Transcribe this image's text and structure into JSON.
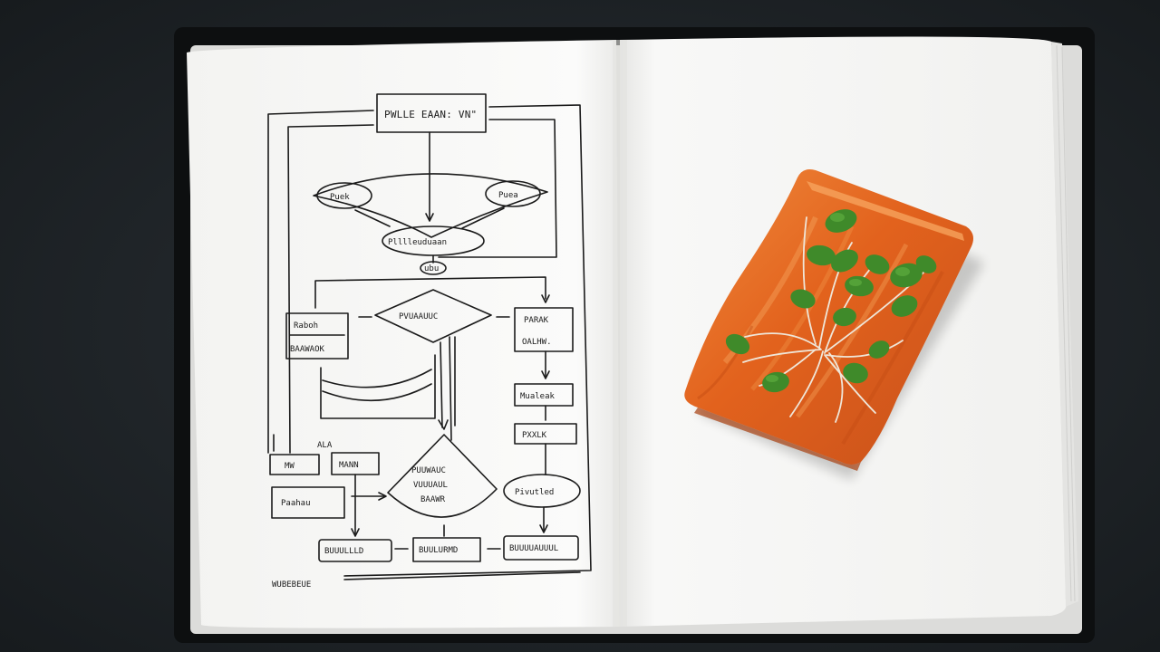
{
  "notebook": {
    "left_page": {
      "flowchart": {
        "title": "PWLLE EAAN: VN\"",
        "diamond_left_label": "Puek",
        "diamond_right_label": "Puea",
        "oval_top_label": "Plllleuduaan",
        "small_node_label": "ubu",
        "decision_label": "PVUAAUUC",
        "box_left_line1": "Raboh",
        "box_left_line2": "BAAWAOK",
        "box_right_line1": "PARAK",
        "box_right_line2": "OALHW.",
        "box_mid_right": "Mualeak",
        "box_lower_right": "PXXLK",
        "oval_right_label": "Pivutled",
        "box_mw": "MW",
        "box_mann": "MANN",
        "small_annotation": "ALA",
        "box_paahau": "Paahau",
        "center_diamond_line1": "PUUWAUC",
        "center_diamond_line2": "VUUUAUL",
        "center_diamond_line3": "BAAWR",
        "bottom_box_1": "BUUULLLD",
        "bottom_box_2": "BUULURMD",
        "bottom_box_3": "BUUUUAUUUL",
        "footer_text": "WUBEBEUE"
      }
    },
    "right_page": {
      "dish": "salmon-with-microgreens"
    }
  },
  "colors": {
    "background": "#1e2327",
    "page": "#f7f7f5",
    "ink": "#1b1b1b",
    "salmon": "#e0661f",
    "greens": "#3f8a2a"
  }
}
